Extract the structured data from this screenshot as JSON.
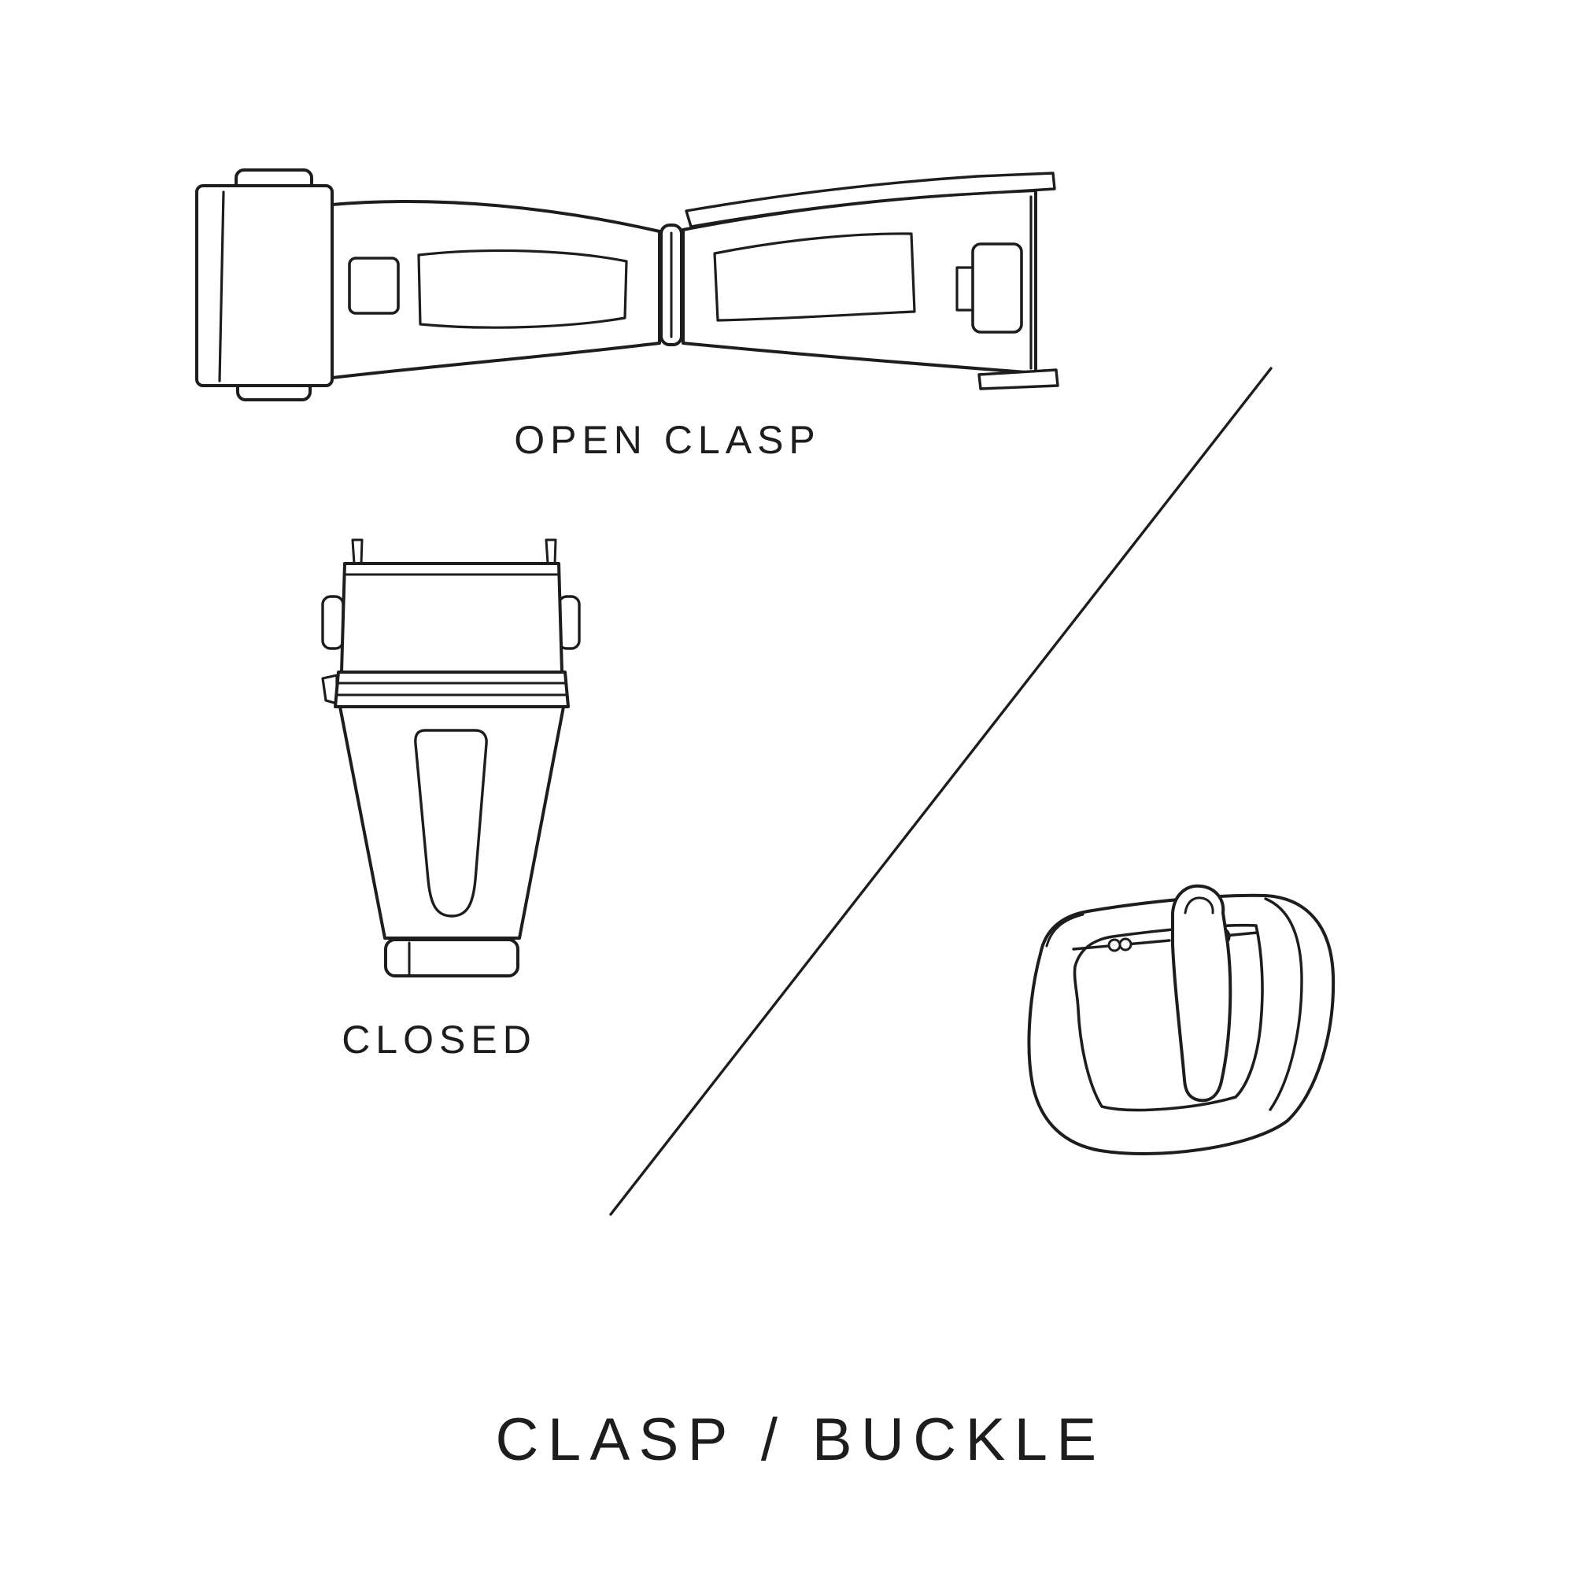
{
  "diagram": {
    "title": "CLASP / BUCKLE",
    "background": "#ffffff",
    "line_color": "#1d1d1d",
    "figures": [
      {
        "id": "open-clasp",
        "label": "OPEN CLASP"
      },
      {
        "id": "closed-clasp",
        "label": "CLOSED"
      },
      {
        "id": "tang-buckle",
        "label": ""
      }
    ]
  }
}
